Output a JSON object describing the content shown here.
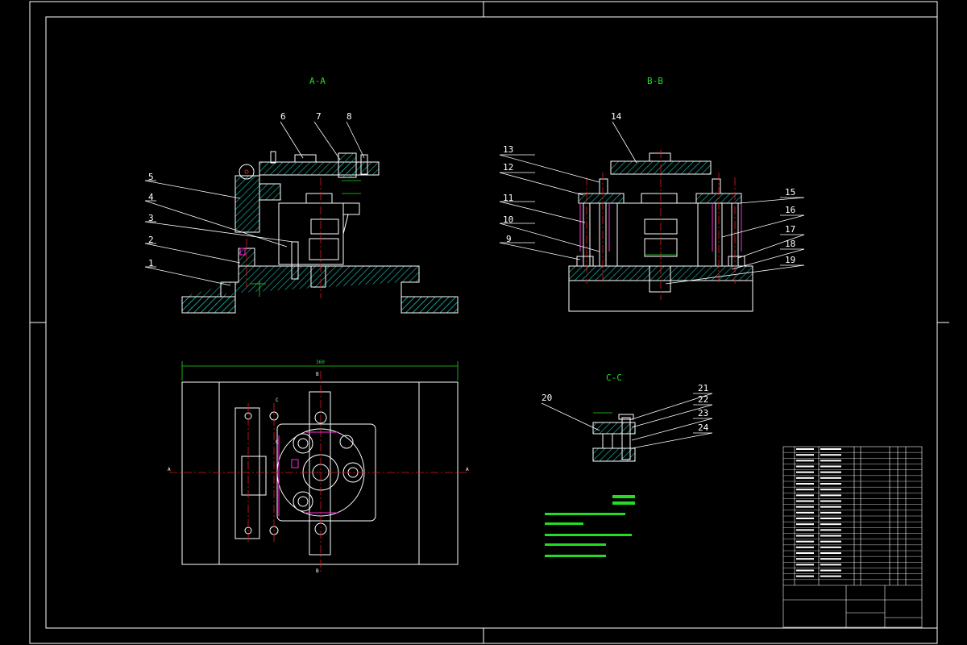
{
  "colors": {
    "background": "#000000",
    "outline": "#ffffff",
    "hatch": "#19c5b4",
    "center_line": "#e01818",
    "dimension": "#22dd22",
    "highlight": "#ff2bd6"
  },
  "sections": {
    "aa": "A-A",
    "bb": "B-B",
    "cc": "C-C"
  },
  "callouts": {
    "aa": [
      "1",
      "2",
      "3",
      "4",
      "5",
      "6",
      "7",
      "8"
    ],
    "bb": [
      "9",
      "10",
      "11",
      "12",
      "13",
      "14",
      "15",
      "16",
      "17",
      "18",
      "19"
    ],
    "cc": [
      "20",
      "21",
      "22",
      "23",
      "24"
    ]
  },
  "dimensions": {
    "overall_width": "360"
  },
  "plan_markers": {
    "a_left": "A",
    "a_right": "A",
    "b_top": "B",
    "b_bottom": "B",
    "c_top": "C",
    "c_bottom": "C"
  },
  "icons": [
    "center-mark-icon",
    "section-arrow-icon",
    "hatch-pattern-icon"
  ]
}
